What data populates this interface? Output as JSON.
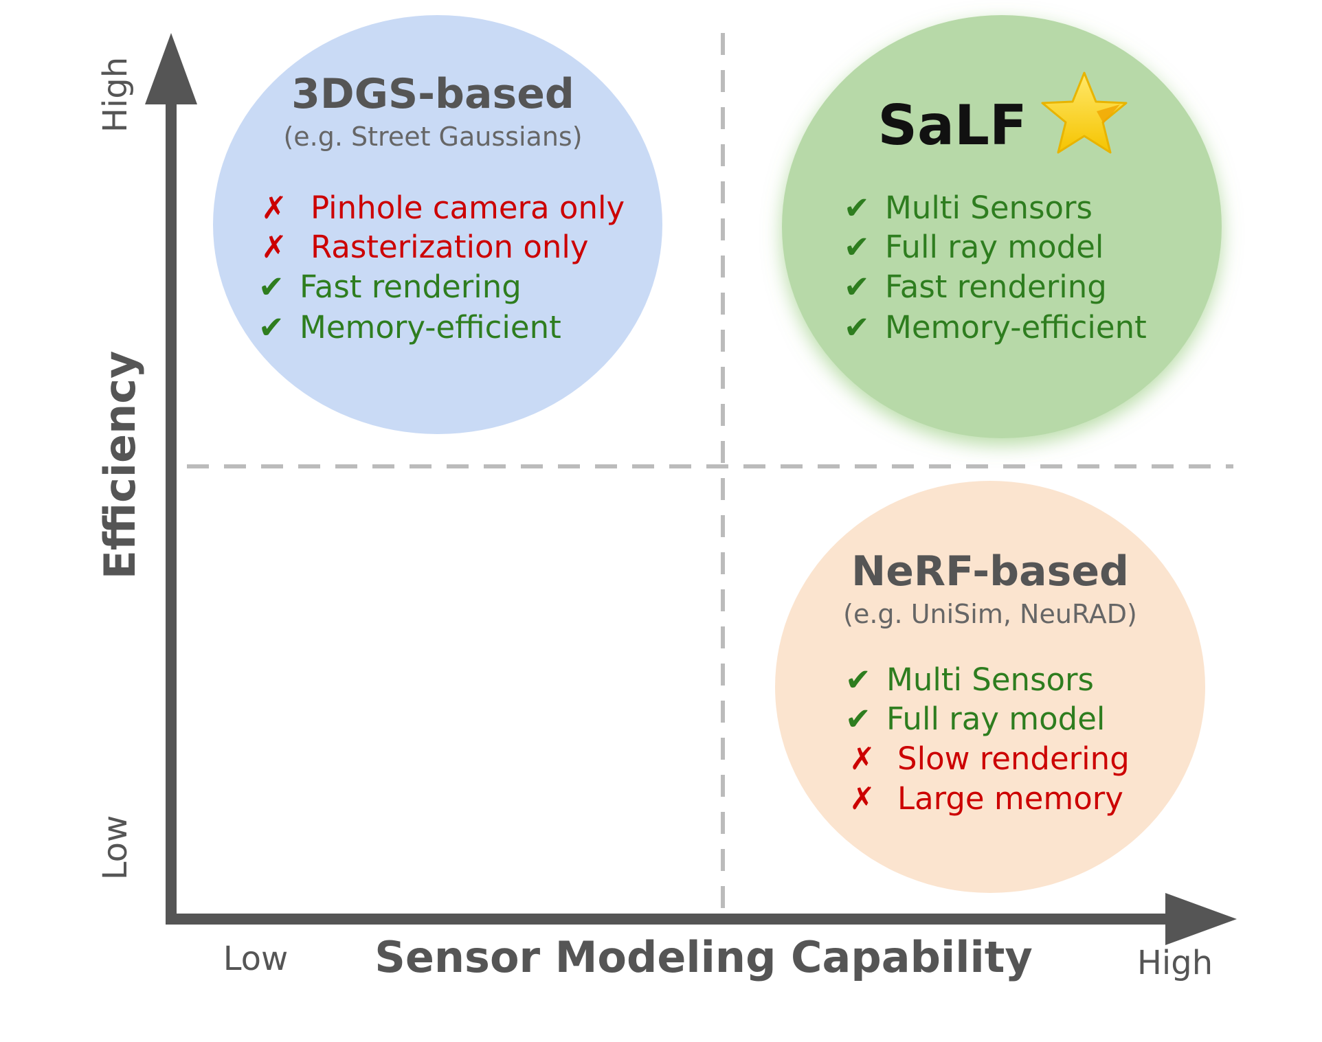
{
  "axes": {
    "y_title": "Efficiency",
    "x_title": "Sensor Modeling Capability",
    "y_high": "High",
    "y_low": "Low",
    "x_low": "Low",
    "x_high": "High"
  },
  "quadrants": {
    "top_left": {
      "title": "3DGS-based",
      "subtitle": "(e.g. Street Gaussians)",
      "items": [
        {
          "mark": "✗",
          "text": "Pinhole camera only"
        },
        {
          "mark": "✗",
          "text": "Rasterization only"
        },
        {
          "mark": "✔",
          "text": "Fast rendering"
        },
        {
          "mark": "✔",
          "text": "Memory-efficient"
        }
      ]
    },
    "top_right": {
      "title": "SaLF",
      "items": [
        {
          "mark": "✔",
          "text": "Multi Sensors"
        },
        {
          "mark": "✔",
          "text": "Full ray model"
        },
        {
          "mark": "✔",
          "text": "Fast rendering"
        },
        {
          "mark": "✔",
          "text": "Memory-efficient"
        }
      ]
    },
    "bottom_right": {
      "title": "NeRF-based",
      "subtitle": "(e.g. UniSim, NeuRAD)",
      "items": [
        {
          "mark": "✔",
          "text": "Multi Sensors"
        },
        {
          "mark": "✔",
          "text": "Full ray model"
        },
        {
          "mark": "✗",
          "text": "Slow rendering"
        },
        {
          "mark": "✗",
          "text": "Large memory"
        }
      ]
    }
  },
  "icons": {
    "star": "star-icon"
  },
  "colors": {
    "blue_circle": "#c9daf5",
    "green_circle": "#b7d9a8",
    "orange_circle": "#fbe4cf",
    "pro_text": "#2e7d1f",
    "con_text": "#cc0000",
    "axis": "#555555",
    "divider": "#bbbbbb",
    "star": "#ffd43b"
  }
}
